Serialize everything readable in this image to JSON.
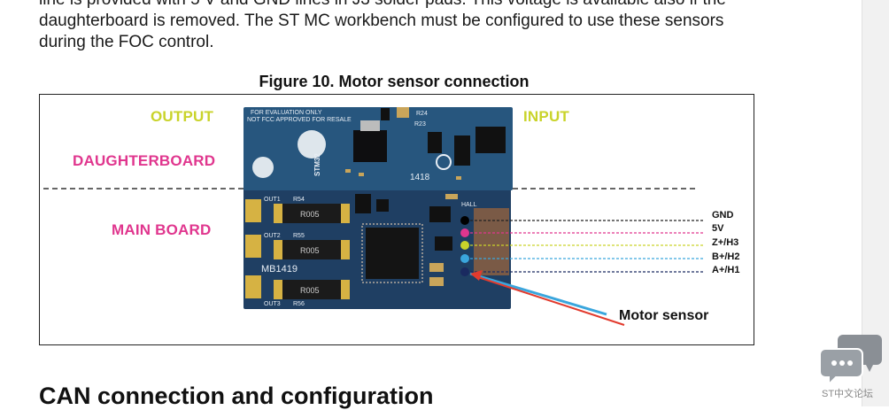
{
  "paragraph": {
    "line1": "line is provided with 5 V and GND lines in J3 solder pads. This voltage is available also if the",
    "line2": "daughterboard is removed. The ST MC workbench must be configured to use these sensors",
    "line3": "during the FOC control."
  },
  "figure": {
    "caption": "Figure 10. Motor sensor connection",
    "labels": {
      "output": "OUTPUT",
      "input": "INPUT",
      "daughterboard": "DAUGHTERBOARD",
      "main_board": "MAIN BOARD",
      "motor_sensor": "Motor sensor"
    },
    "signals": [
      "GND",
      "5V",
      "Z+/H3",
      "B+/H2",
      "A+/H1"
    ],
    "board_text": {
      "eval_line1": "FOR EVALUATION ONLY",
      "eval_line2": "NOT FCC APPROVED FOR RESALE",
      "out1": "OUT1",
      "out2": "OUT2",
      "out3": "OUT3",
      "r54": "R54",
      "r55": "R55",
      "r56": "R56",
      "r005": "R005",
      "mb": "MB1419",
      "hall": "HALL",
      "num": "1418",
      "stm": "STM32",
      "r24": "R24",
      "r23": "R23"
    },
    "colors": {
      "output": "#c9d32a",
      "daughterboard": "#e0368e",
      "gnd": "#222222",
      "v5": "#e0368e",
      "z": "#c9d32a",
      "b": "#3aa6dd",
      "a": "#1a2a60",
      "arrow_red": "#e23b2e",
      "arrow_blue": "#3aa6dd",
      "pcb_top": "#27567e",
      "pcb_bottom": "#1f3f63"
    }
  },
  "section_heading": "CAN connection and configuration",
  "widget": {
    "icon": "chat-bubbles-icon",
    "label": "ST中文论坛"
  }
}
